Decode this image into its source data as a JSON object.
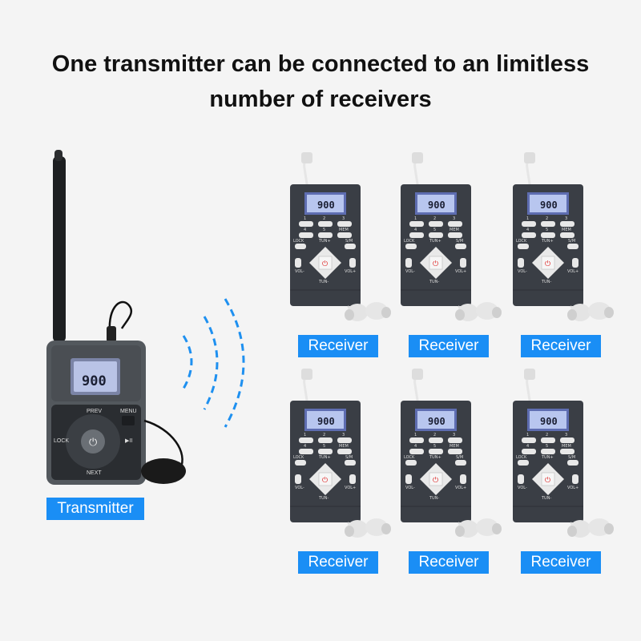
{
  "headline": {
    "line1": "One transmitter can be connected to an limitless",
    "line2": "number of receivers"
  },
  "transmitter": {
    "label": "Transmitter",
    "display": "900",
    "buttons": {
      "prev": "PREV",
      "menu": "MENU",
      "lock": "LOCK",
      "next": "NEXT",
      "play": "▶II"
    }
  },
  "receiver": {
    "label": "Receiver",
    "display": "900",
    "keys": [
      "1",
      "2",
      "3",
      "4",
      "5"
    ],
    "mem": "MEM",
    "lock": "LOCK",
    "tun_up": "TUN+",
    "tun_down": "TUN-",
    "sm": "S/M",
    "vol_down": "VOL-",
    "vol_up": "VOL+"
  },
  "receivers": [
    {
      "label": "Receiver"
    },
    {
      "label": "Receiver"
    },
    {
      "label": "Receiver"
    },
    {
      "label": "Receiver"
    },
    {
      "label": "Receiver"
    },
    {
      "label": "Receiver"
    }
  ],
  "colors": {
    "accent_blue": "#1a8ef5",
    "wave_blue": "#1e90f0",
    "device_body": "#3c4047",
    "transmitter_body": "#555a5e",
    "lcd": "#8fa0d8"
  }
}
